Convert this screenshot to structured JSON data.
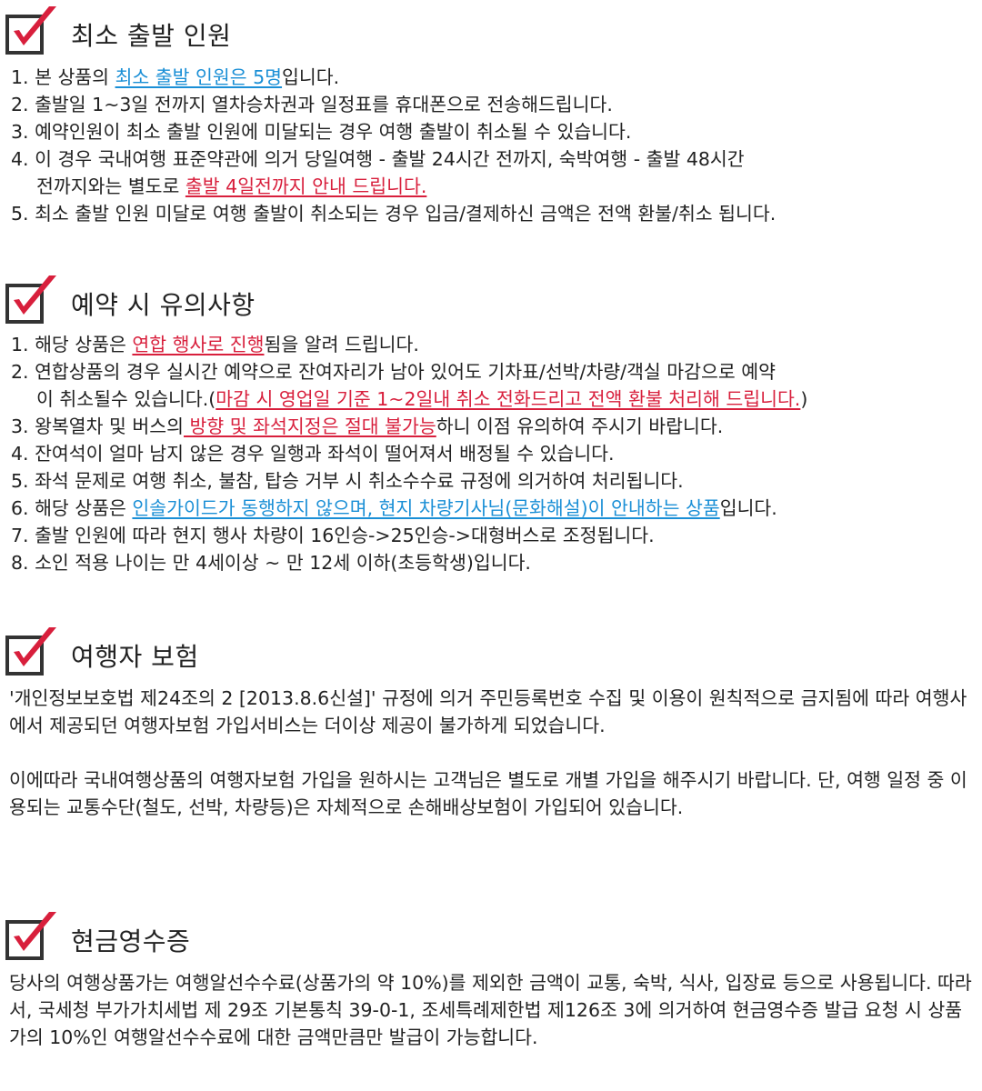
{
  "colors": {
    "accent_red": "#d81f3c",
    "link_blue": "#1a8fd6",
    "check_border": "#333333"
  },
  "icons": {
    "section_check": "checkbox-check-icon"
  },
  "sections": [
    {
      "title": "최소 출발 인원",
      "items": [
        [
          "1. 본 상품의 ",
          {
            "t": "최소 출발 인원은 5명",
            "c": "blue"
          },
          "입니다."
        ],
        [
          "2. 출발일 1~3일 전까지 열차승차권과 일정표를 휴대폰으로 전송해드립니다."
        ],
        [
          "3. 예약인원이 최소 출발 인원에 미달되는 경우 여행 출발이 취소될 수 있습니다."
        ],
        [
          "4. 이 경우 국내여행 표준약관에 의거 당일여행 - 출발 24시간 전까지, 숙박여행 - 출발 48시간",
          {
            "br": true
          },
          "전까지와는 별도로 ",
          {
            "t": "출발 4일전까지 안내 드립니다.",
            "c": "red"
          }
        ],
        [
          "5. 최소 출발 인원 미달로 여행 출발이 취소되는 경우 입금/결제하신 금액은 전액 환불/취소 됩니다."
        ]
      ]
    },
    {
      "title": "예약 시 유의사항",
      "items": [
        [
          "1. 해당 상품은 ",
          {
            "t": "연합 행사로 진행",
            "c": "red"
          },
          "됨을 알려 드립니다."
        ],
        [
          "2. 연합상품의 경우 실시간 예약으로 잔여자리가 남아 있어도 기차표/선박/차량/객실 마감으로 예약",
          {
            "br": true
          },
          "이 취소될수 있습니다.(",
          {
            "t": "마감 시 영업일 기준 1~2일내 취소 전화드리고 전액 환불 처리해 드립니다.",
            "c": "red"
          },
          ")"
        ],
        [
          "3. 왕복열차 및 버스의",
          {
            "t": " 방향 및 좌석지정은 절대 불가능",
            "c": "red"
          },
          "하니 이점 유의하여 주시기 바랍니다."
        ],
        [
          "4. 잔여석이 얼마 남지 않은 경우 일행과 좌석이 떨어져서 배정될 수 있습니다."
        ],
        [
          "5. 좌석 문제로 여행 취소, 불참, 탑승 거부 시 취소수수료 규정에 의거하여 처리됩니다."
        ],
        [
          "6. 해당 상품은 ",
          {
            "t": "인솔가이드가 동행하지 않으며, 현지 차량기사님(문화해설)이 안내하는 상품",
            "c": "blue"
          },
          "입니다."
        ],
        [
          "7. 출발 인원에 따라 현지 행사 차량이 16인승->25인승->대형버스로 조정됩니다."
        ],
        [
          "8. 소인 적용 나이는 만 4세이상 ~ 만 12세 이하(초등학생)입니다."
        ]
      ]
    },
    {
      "title": "여행자 보험",
      "paragraphs": [
        "'개인정보보호법 제24조의 2 [2013.8.6신설]' 규정에 의거 주민등록번호 수집 및 이용이 원칙적으로 금지됨에 따라 여행사에서 제공되던 여행자보험 가입서비스는 더이상 제공이 불가하게 되었습니다.",
        "이에따라 국내여행상품의 여행자보험 가입을 원하시는 고객님은 별도로 개별 가입을 해주시기 바랍니다. 단, 여행 일정 중 이용되는 교통수단(철도, 선박, 차량등)은 자체적으로 손해배상보험이 가입되어 있습니다."
      ]
    },
    {
      "title": "현금영수증",
      "paragraphs": [
        "당사의 여행상품가는 여행알선수수료(상품가의 약 10%)를 제외한 금액이 교통, 숙박, 식사, 입장료 등으로 사용됩니다. 따라서, 국세청 부가가치세법 제 29조 기본통칙 39-0-1, 조세특례제한법 제126조 3에 의거하여 현금영수증 발급 요청 시 상품가의 10%인 여행알선수수료에 대한 금액만큼만 발급이 가능합니다."
      ]
    }
  ]
}
